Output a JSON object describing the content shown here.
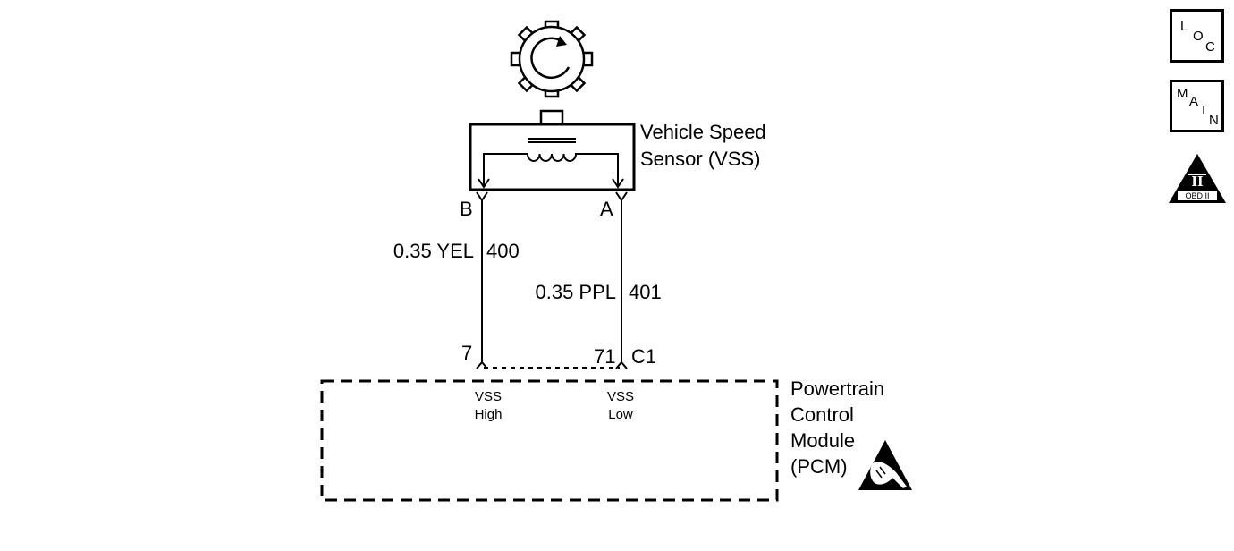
{
  "sensor": {
    "line1": "Vehicle Speed",
    "line2": "Sensor (VSS)"
  },
  "connector_top": {
    "pin_b": "B",
    "pin_a": "A"
  },
  "wires": [
    {
      "gauge_color": "0.35 YEL",
      "circuit": "400"
    },
    {
      "gauge_color": "0.35 PPL",
      "circuit": "401"
    }
  ],
  "pcm_pins": {
    "pin_7": "7",
    "pin_71": "71",
    "connector": "C1"
  },
  "pcm_terminals": [
    {
      "line1": "VSS",
      "line2": "High"
    },
    {
      "line1": "VSS",
      "line2": "Low"
    }
  ],
  "pcm": {
    "line1": "Powertrain",
    "line2": "Control",
    "line3": "Module",
    "line4": "(PCM)"
  },
  "side_buttons": {
    "loc": [
      "L",
      "O",
      "C"
    ],
    "main": [
      "M",
      "A",
      "I",
      "N"
    ],
    "obd": {
      "numeral": "II",
      "text": "OBD II"
    }
  },
  "colors": {
    "line": "#000000",
    "background": "#ffffff"
  },
  "icons": [
    "reluctor-gear-icon",
    "esd-sensitive-icon",
    "obd-ii-icon"
  ]
}
